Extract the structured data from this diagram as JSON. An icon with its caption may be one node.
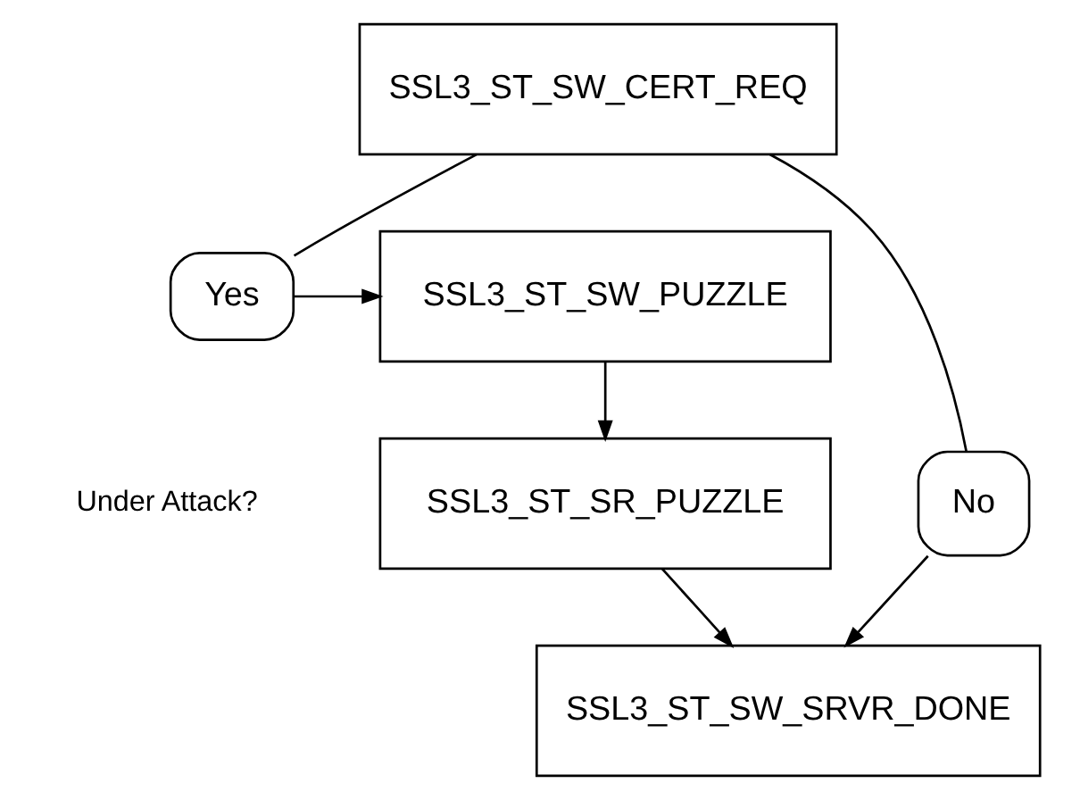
{
  "diagram": {
    "nodes": [
      {
        "text": [
          "SSL3_ST_SW_CERT_REQ"
        ]
      },
      {
        "text": [
          "Yes"
        ]
      },
      {
        "text": [
          "SSL3_ST_SW_PUZZLE"
        ]
      },
      {
        "text": [
          "SSL3_ST_SR_PUZZLE"
        ]
      },
      {
        "text": [
          "No"
        ]
      },
      {
        "text": [
          "SSL3_ST_SW_SRVR_DONE"
        ]
      }
    ],
    "edges": [
      {
        "from": 0,
        "to": 1,
        "arrow": "none"
      },
      {
        "from": 1,
        "to": 2,
        "arrow": "to"
      },
      {
        "from": 2,
        "to": 3,
        "arrow": "to"
      },
      {
        "from": 3,
        "to": 5,
        "arrow": "to"
      },
      {
        "from": 0,
        "to": 4,
        "arrow": "none"
      },
      {
        "from": 4,
        "to": 5,
        "arrow": "to"
      }
    ],
    "labels": [
      "Under Attack?"
    ]
  }
}
